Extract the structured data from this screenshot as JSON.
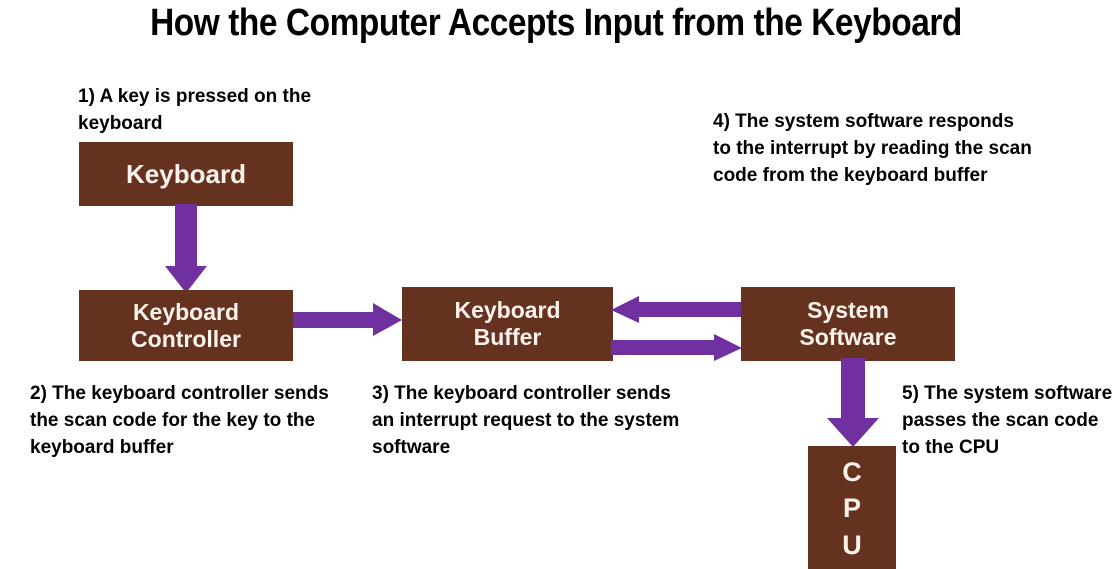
{
  "page": {
    "title": "How the Computer Accepts Input from the Keyboard",
    "background_color": "#ffffff"
  },
  "colors": {
    "box_fill": "#663220",
    "box_text": "#FBF2EC",
    "arrow": "#7030A0",
    "caption_text": "#000000"
  },
  "boxes": {
    "keyboard": {
      "label": "Keyboard"
    },
    "keyboard_controller": {
      "line1": "Keyboard",
      "line2": "Controller"
    },
    "keyboard_buffer": {
      "line1": "Keyboard",
      "line2": "Buffer"
    },
    "system_software": {
      "line1": "System",
      "line2": "Software"
    },
    "cpu": {
      "line1": "C",
      "line2": "P",
      "line3": "U"
    }
  },
  "captions": {
    "step1": "1) A key is pressed on the keyboard",
    "step2": "2) The keyboard controller sends the scan code for the key to the keyboard buffer",
    "step3": "3) The keyboard controller sends an interrupt request to the system software",
    "step4": "4) The system software responds to the interrupt by reading the scan code from the keyboard buffer",
    "step5": "5) The system software passes the scan code to the CPU"
  },
  "arrows": {
    "keyboard_to_controller": {
      "direction": "down"
    },
    "controller_to_buffer": {
      "direction": "right"
    },
    "system_to_buffer": {
      "direction": "left"
    },
    "buffer_to_system": {
      "direction": "right"
    },
    "system_to_cpu": {
      "direction": "down"
    }
  }
}
